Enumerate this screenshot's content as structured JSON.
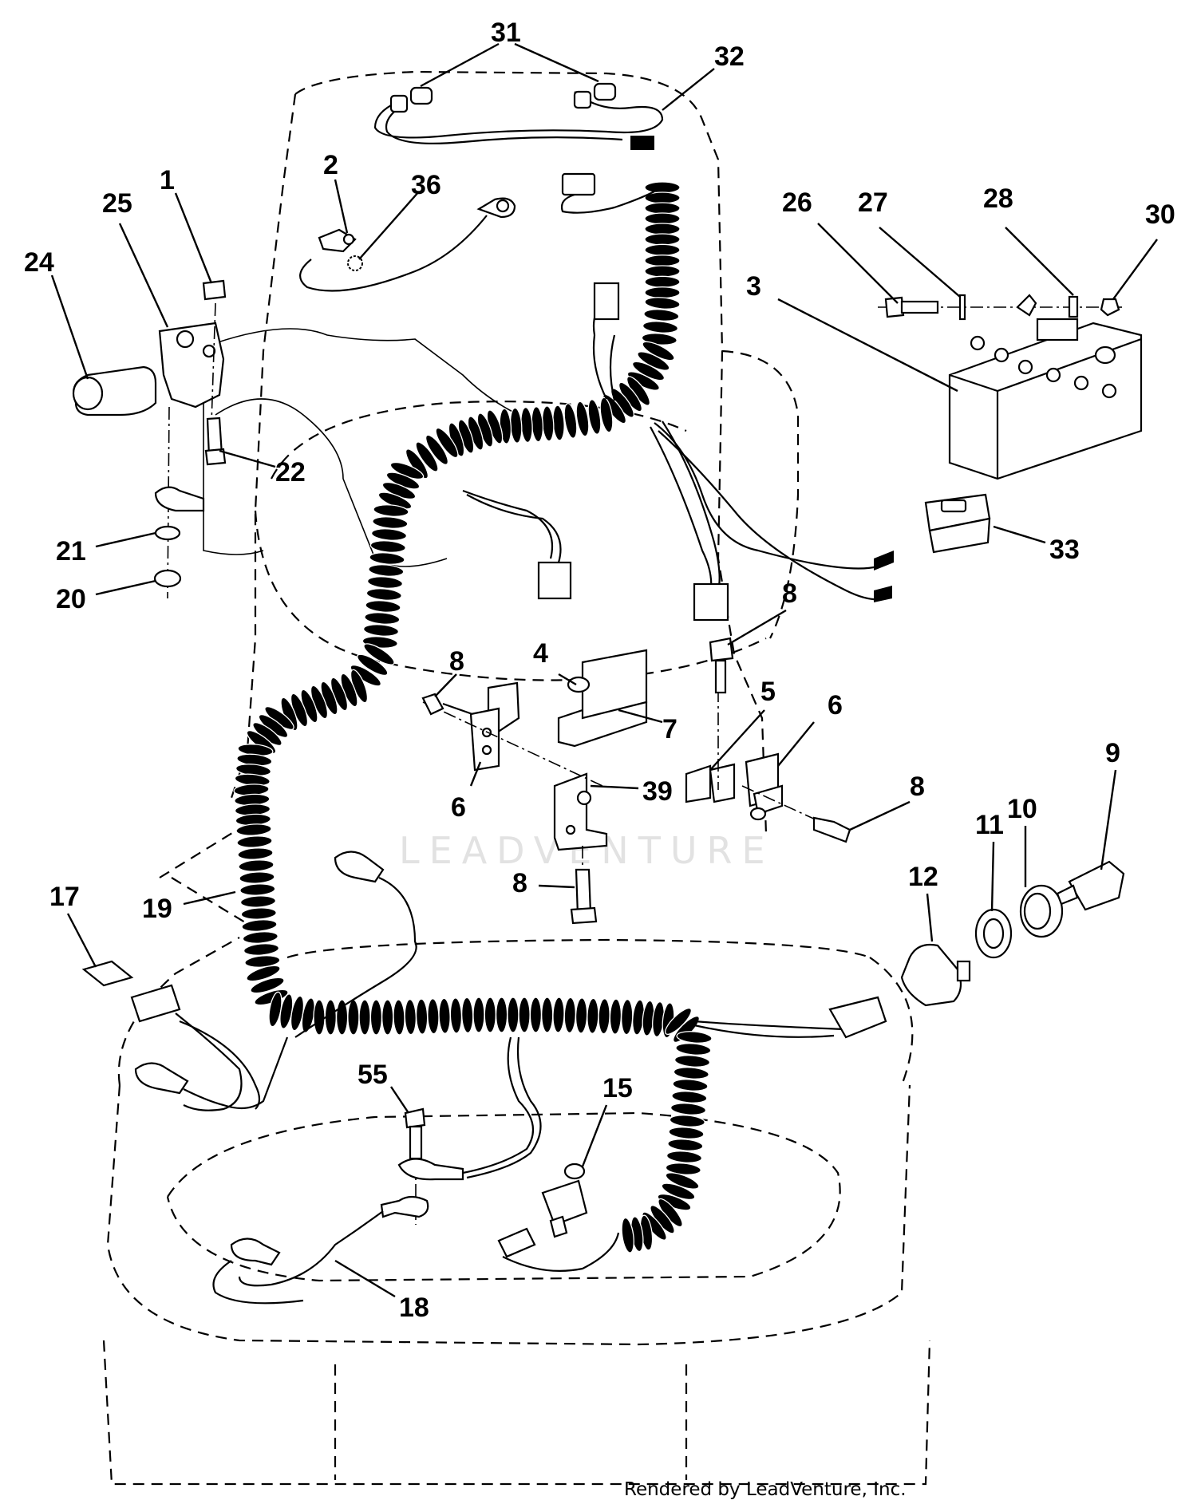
{
  "diagram": {
    "callouts": [
      {
        "id": "c31",
        "text": "31"
      },
      {
        "id": "c32",
        "text": "32"
      },
      {
        "id": "c2",
        "text": "2"
      },
      {
        "id": "c36",
        "text": "36"
      },
      {
        "id": "c1",
        "text": "1"
      },
      {
        "id": "c25",
        "text": "25"
      },
      {
        "id": "c24",
        "text": "24"
      },
      {
        "id": "c22",
        "text": "22"
      },
      {
        "id": "c21",
        "text": "21"
      },
      {
        "id": "c20",
        "text": "20"
      },
      {
        "id": "c26",
        "text": "26"
      },
      {
        "id": "c27",
        "text": "27"
      },
      {
        "id": "c28",
        "text": "28"
      },
      {
        "id": "c30",
        "text": "30"
      },
      {
        "id": "c3",
        "text": "3"
      },
      {
        "id": "c33",
        "text": "33"
      },
      {
        "id": "c8a",
        "text": "8"
      },
      {
        "id": "c8b",
        "text": "8"
      },
      {
        "id": "c4",
        "text": "4"
      },
      {
        "id": "c7",
        "text": "7"
      },
      {
        "id": "c5",
        "text": "5"
      },
      {
        "id": "c6a",
        "text": "6"
      },
      {
        "id": "c6b",
        "text": "6"
      },
      {
        "id": "c39",
        "text": "39"
      },
      {
        "id": "c8c",
        "text": "8"
      },
      {
        "id": "c8d",
        "text": "8"
      },
      {
        "id": "c9",
        "text": "9"
      },
      {
        "id": "c10",
        "text": "10"
      },
      {
        "id": "c11",
        "text": "11"
      },
      {
        "id": "c12",
        "text": "12"
      },
      {
        "id": "c17",
        "text": "17"
      },
      {
        "id": "c19",
        "text": "19"
      },
      {
        "id": "c55",
        "text": "55"
      },
      {
        "id": "c15",
        "text": "15"
      },
      {
        "id": "c18",
        "text": "18"
      }
    ],
    "watermark": "LEADVENTURE",
    "footer": "Rendered by LeadVenture, Inc."
  }
}
